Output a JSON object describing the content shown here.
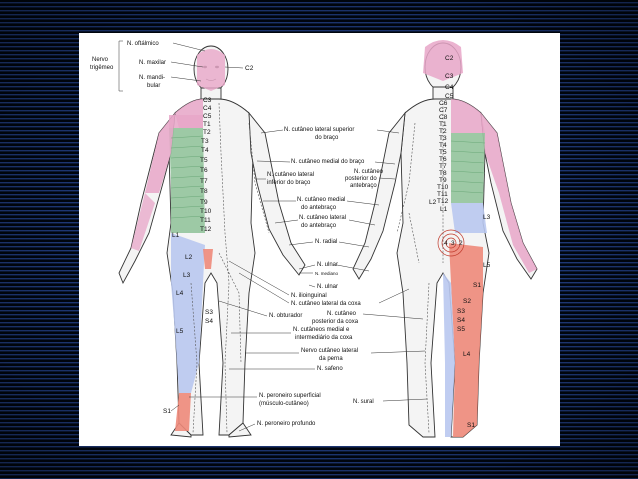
{
  "colors": {
    "background": "#000814",
    "stripe": "#2a4fa8",
    "pink": "#e8a6c8",
    "green": "#93c49c",
    "blue": "#b9c8ef",
    "red": "#ee8a7a",
    "paper": "#ffffff"
  },
  "trigeminal": {
    "group_label": [
      "Nervo",
      "trigêmeo"
    ],
    "branches": [
      "N. oftálmico",
      "N. maxilar",
      "N. mandi-",
      "bular"
    ]
  },
  "front_dermatomes": [
    "C2",
    "C3",
    "C4",
    "C5",
    "T1",
    "T2",
    "T3",
    "T4",
    "T5",
    "T6",
    "T7",
    "T8",
    "T9",
    "T10",
    "T11",
    "T12",
    "L1",
    "L2",
    "L3",
    "L4",
    "L5",
    "S1",
    "S3",
    "S4"
  ],
  "back_dermatomes": [
    "C2",
    "C3",
    "C4",
    "C5",
    "C6",
    "C7",
    "C8",
    "T1",
    "T2",
    "T3",
    "T4",
    "T5",
    "T6",
    "T7",
    "T8",
    "T9",
    "T10",
    "T11",
    "T12",
    "L1",
    "L2",
    "L3",
    "L4",
    "L5",
    "S1",
    "S2",
    "S1",
    "S3",
    "S4",
    "S5"
  ],
  "back_sacral_marks": [
    "4",
    "3",
    "2"
  ],
  "nerves": [
    [
      "N. cutâneo lateral superior",
      "do braço"
    ],
    [
      "N. cutâneo medial do braço"
    ],
    [
      "N. cutâneo lateral",
      "inferior do braço"
    ],
    [
      "N. cutâneo",
      "posterior do",
      "antebraço"
    ],
    [
      "N. cutâneo medial",
      "do antebraço"
    ],
    [
      "N. cutâneo lateral",
      "do antebraço"
    ],
    [
      "N. radial"
    ],
    [
      "N. ulnar"
    ],
    [
      "N. mediano"
    ],
    [
      "N. ulnar"
    ],
    [
      "N. ilioinguinal"
    ],
    [
      "N. cutâneo lateral da coxa"
    ],
    [
      "N. obturador"
    ],
    [
      "N. cutâneo",
      "posterior da coxa"
    ],
    [
      "N. cutâneos medial e",
      "intermediário da coxa"
    ],
    [
      "Nervo cutâneo lateral",
      "da perna"
    ],
    [
      "N. safeno"
    ],
    [
      "N. peroneiro superficial",
      "(músculo-cutâneo)"
    ],
    [
      "N. sural"
    ],
    [
      "N. peroneiro profundo"
    ]
  ]
}
